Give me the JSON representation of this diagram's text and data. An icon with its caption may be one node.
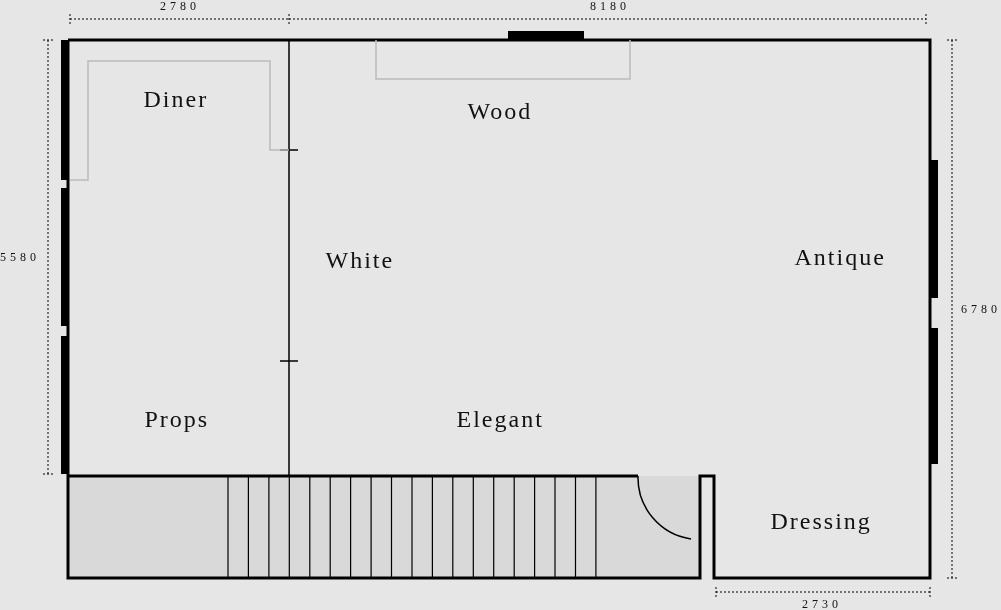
{
  "diagram": {
    "labels": [
      "2780",
      "8180",
      "Diner",
      "Wood",
      "White",
      "Antique",
      "5580",
      "6780",
      "Props",
      "Elegant",
      "Dressing",
      "2730"
    ]
  }
}
